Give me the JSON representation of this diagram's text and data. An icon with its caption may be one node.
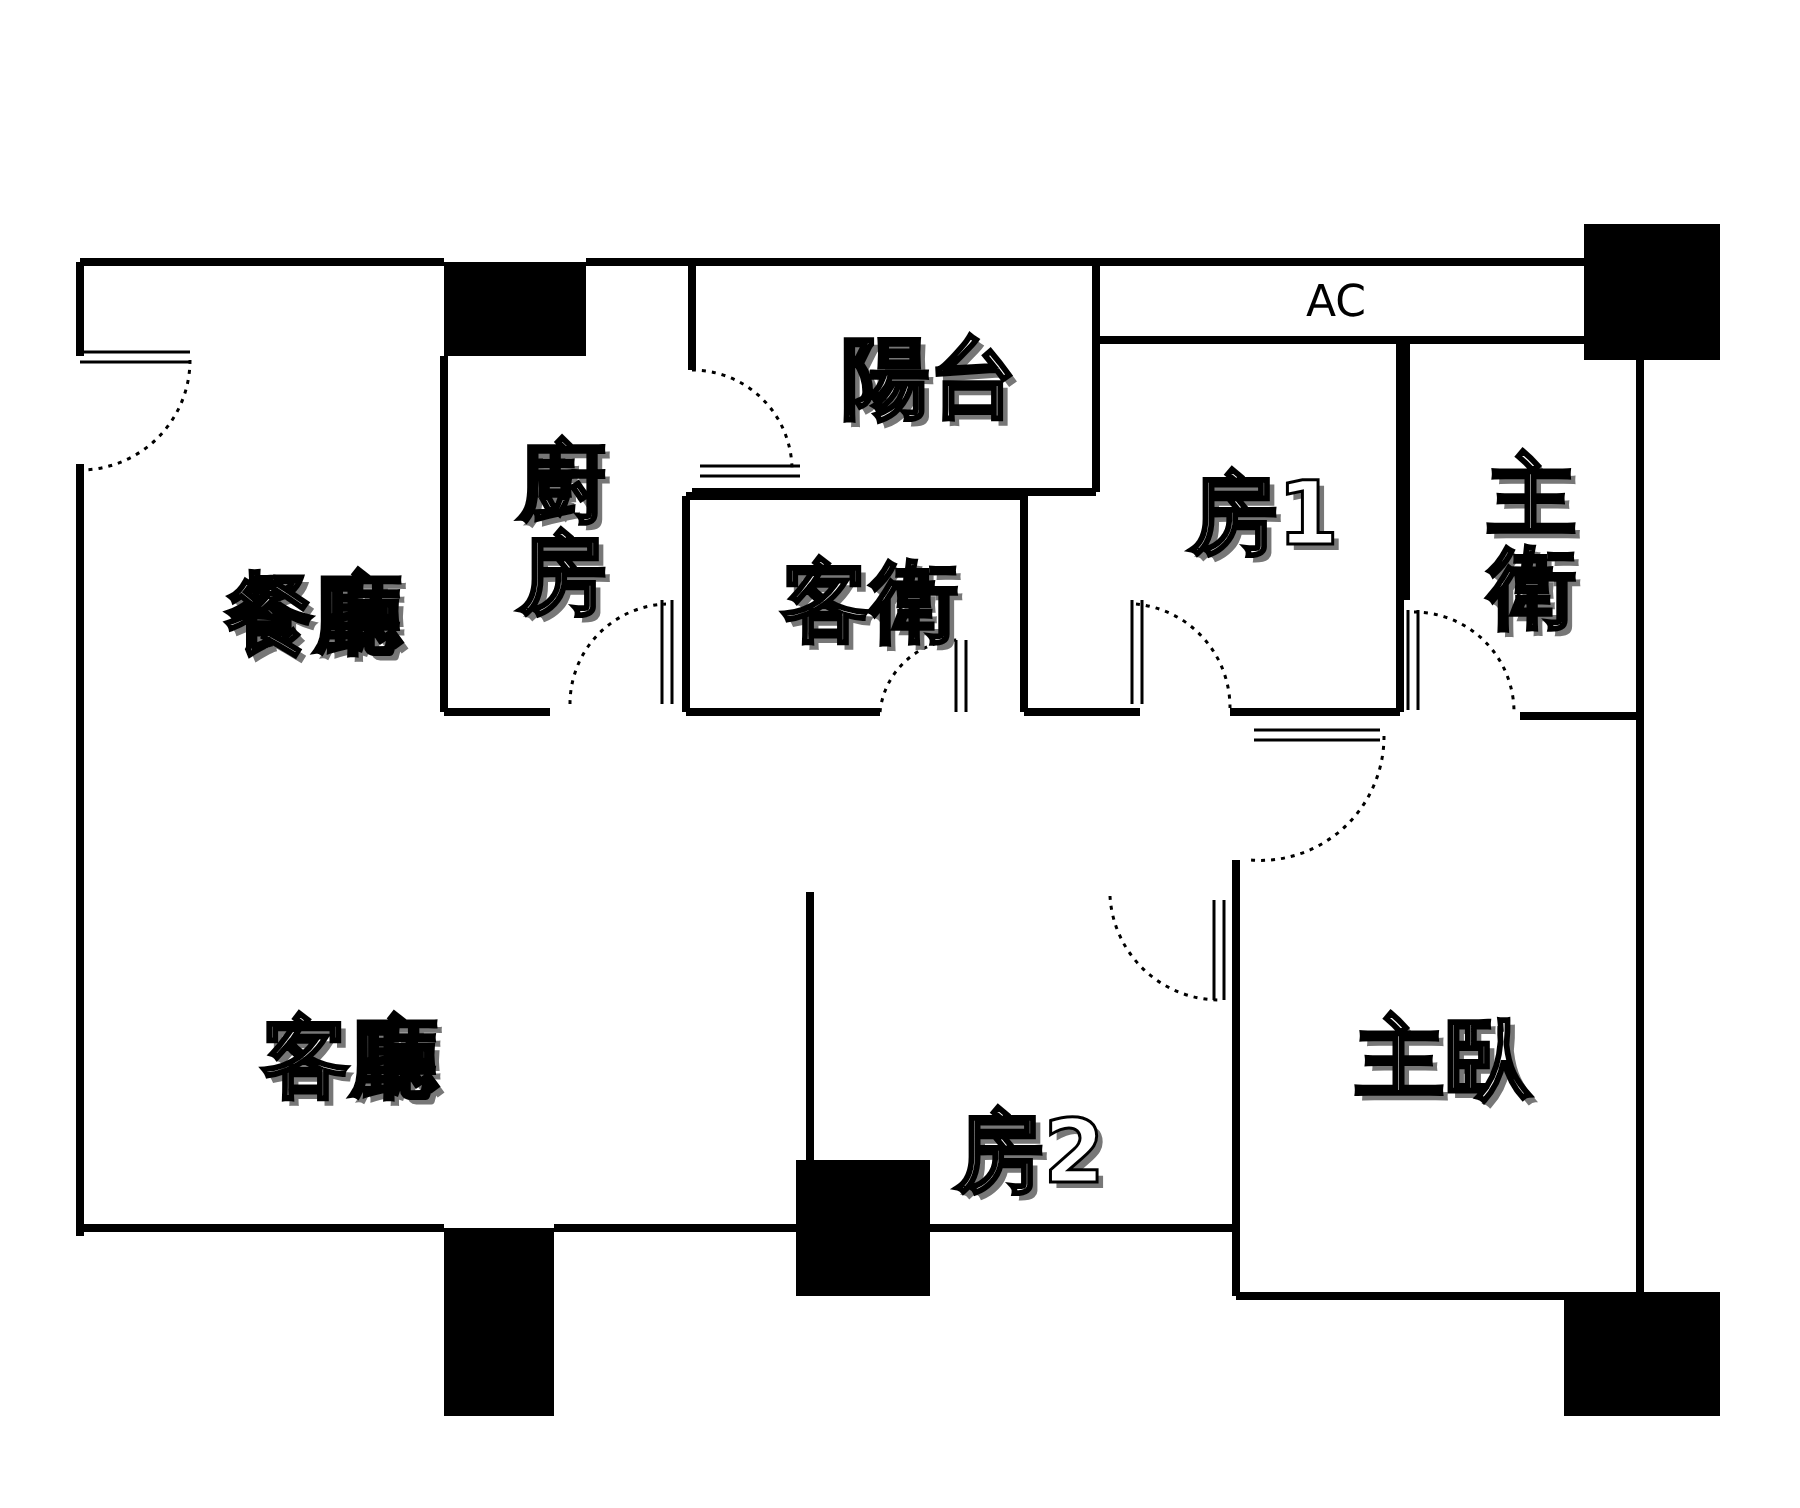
{
  "diagram": {
    "nodes": [
      {
        "text": [
          "陽台"
        ]
      },
      {
        "text": [
          "AC"
        ]
      },
      {
        "text": [
          "廚房"
        ]
      },
      {
        "text": [
          "客衛"
        ]
      },
      {
        "text": [
          "房1"
        ]
      },
      {
        "text": [
          "主衛"
        ]
      },
      {
        "text": [
          "主臥"
        ]
      },
      {
        "text": [
          "房2"
        ]
      }
    ],
    "labels": [
      "餐廳",
      "客廳"
    ]
  }
}
